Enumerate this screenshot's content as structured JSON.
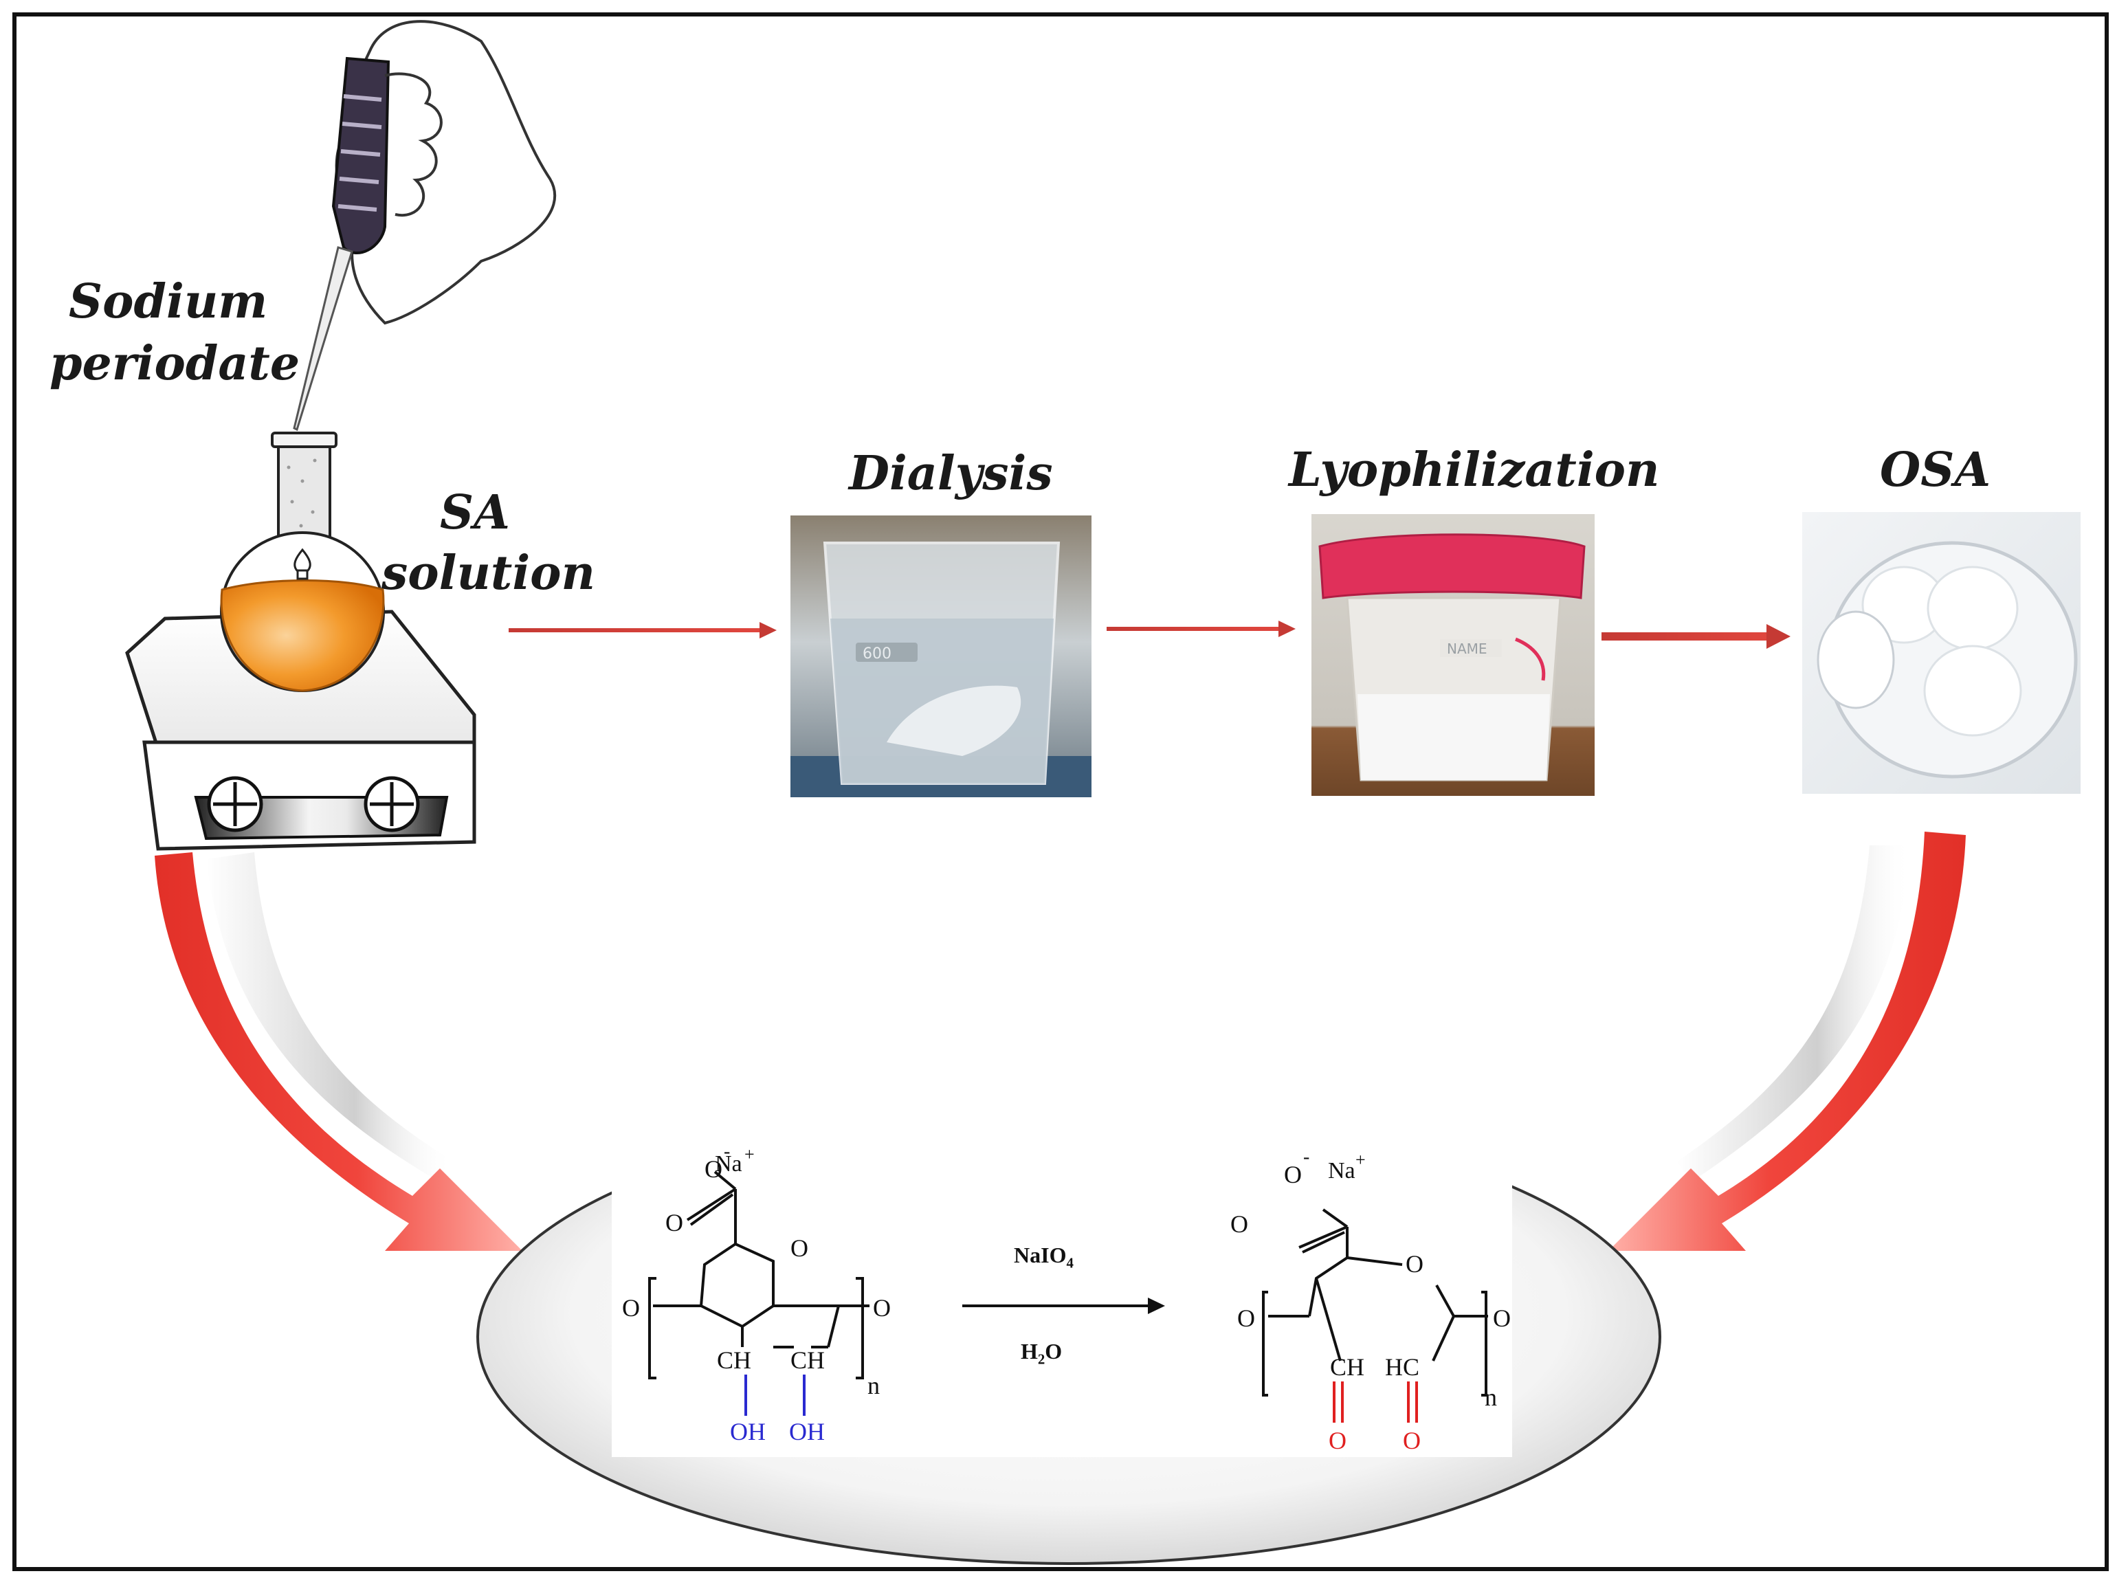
{
  "labels": {
    "sodium_periodate_1": "Sodium",
    "sodium_periodate_2": "periodate",
    "sa_solution_1": "SA",
    "sa_solution_2": "solution",
    "dialysis": "Dialysis",
    "lyophilization": "Lyophilization",
    "osa": "OSA"
  },
  "reaction": {
    "reagent": "NaIO4",
    "solvent": "H2O",
    "left": {
      "o_minus": "O",
      "charge_minus": "-",
      "na": "Na",
      "charge_plus": "+",
      "carbonyl_o": "O",
      "ring_o": "O",
      "left_o": "O",
      "right_o": "O",
      "ch_left": "CH",
      "ch_right": "CH",
      "oh_left": "OH",
      "oh_right": "OH",
      "n": "n"
    },
    "right": {
      "o_minus": "O",
      "charge_minus": "-",
      "na": "Na",
      "charge_plus": "+",
      "carbonyl_o": "O",
      "ring_o": "O",
      "left_o": "O",
      "right_o": "O",
      "ch_left": "CH",
      "hc_right": "HC",
      "ald_o_left": "O",
      "ald_o_right": "O",
      "n": "n"
    }
  },
  "photos": {
    "beaker_text": "600",
    "jar_text": "NAME"
  },
  "colors": {
    "arrow_red": "#d9342c",
    "oh_blue": "#2a2ad0",
    "aldehyde_red": "#e02020",
    "flask_orange": "#f08a1c",
    "jar_lid": "#e0305a"
  }
}
